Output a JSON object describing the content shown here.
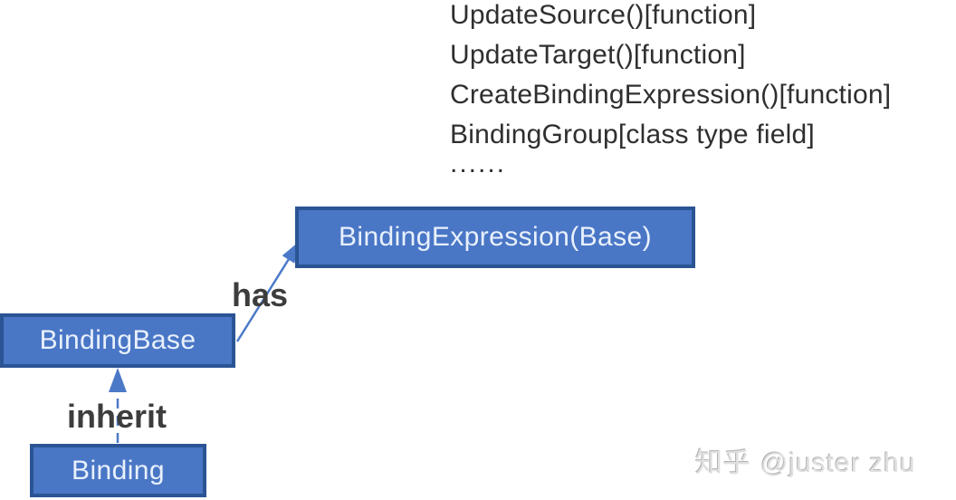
{
  "notes": {
    "lines": [
      "UpdateSource()[function]",
      "UpdateTarget()[function]",
      "CreateBindingExpression()[function]",
      "BindingGroup[class type field]",
      "......"
    ]
  },
  "nodes": [
    {
      "id": "binding-expression",
      "label": "BindingExpression(Base)"
    },
    {
      "id": "binding-base",
      "label": "BindingBase"
    },
    {
      "id": "binding",
      "label": "Binding"
    }
  ],
  "edges": [
    {
      "id": "has",
      "label": "has",
      "from": "BindingBase",
      "to": "BindingExpression(Base)",
      "style": "solid"
    },
    {
      "id": "inherit",
      "label": "inherit",
      "from": "Binding",
      "to": "BindingBase",
      "style": "dashed"
    }
  ],
  "watermark": {
    "brand": "知乎",
    "author": "@juster zhu"
  },
  "colors": {
    "node_fill": "#4A76C6",
    "node_border": "#2B5494",
    "node_text": "#E8F1FB",
    "connector": "#4B79C7",
    "edge_label_text": "#3D3D3D",
    "note_text": "#2F2F2F",
    "watermark_text": "#CBCBCB",
    "background": "#FFFFFF"
  }
}
